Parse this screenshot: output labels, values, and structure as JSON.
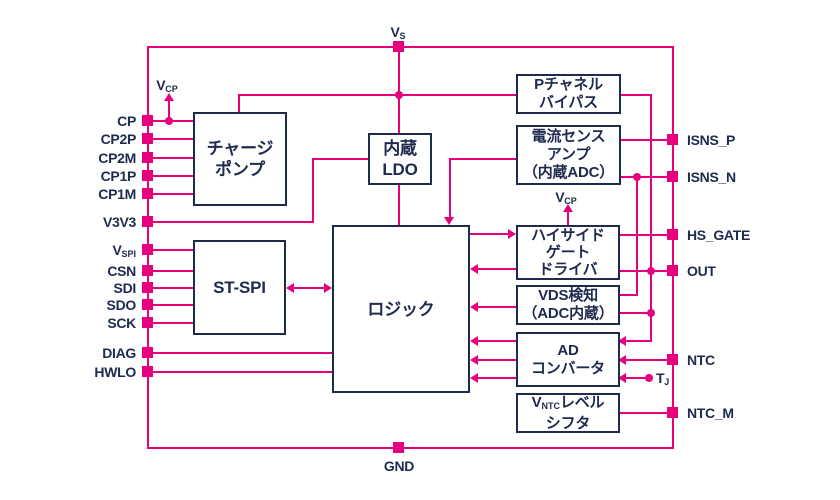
{
  "ic": {
    "top_pin": {
      "base": "V",
      "sub": "S"
    },
    "bottom_pin": {
      "label": "GND"
    },
    "vcp_label": {
      "base": "V",
      "sub": "CP"
    },
    "tj_label": {
      "base": "T",
      "sub": "J"
    },
    "left_pins": [
      {
        "label": "CP"
      },
      {
        "label": "CP2P"
      },
      {
        "label": "CP2M"
      },
      {
        "label": "CP1P"
      },
      {
        "label": "CP1M"
      },
      {
        "label": "V3V3"
      },
      {
        "label": "V",
        "sub": "SPI"
      },
      {
        "label": "CSN"
      },
      {
        "label": "SDI"
      },
      {
        "label": "SDO"
      },
      {
        "label": "SCK"
      },
      {
        "label": "DIAG"
      },
      {
        "label": "HWLO"
      }
    ],
    "right_pins": [
      {
        "label": "ISNS_P"
      },
      {
        "label": "ISNS_N"
      },
      {
        "label": "HS_GATE"
      },
      {
        "label": "OUT"
      },
      {
        "label": "NTC"
      },
      {
        "label": "NTC_M"
      }
    ],
    "blocks": {
      "charge_pump": {
        "lines": [
          "チャージ",
          "ポンプ"
        ]
      },
      "ldo": {
        "lines": [
          "内蔵",
          "LDO"
        ]
      },
      "st_spi": {
        "lines": [
          "ST-SPI"
        ]
      },
      "logic": {
        "lines": [
          "ロジック"
        ]
      },
      "p_bypass": {
        "lines": [
          "Pチャネル",
          "バイパス"
        ]
      },
      "current_sense": {
        "lines": [
          "電流センス",
          "アンプ",
          "（内蔵ADC）"
        ]
      },
      "hs_driver": {
        "lines": [
          "ハイサイド",
          "ゲート",
          "ドライバ"
        ]
      },
      "vds": {
        "lines": [
          "VDS検知",
          "（ADC内蔵）"
        ]
      },
      "adc": {
        "lines": [
          "AD",
          "コンバータ"
        ]
      },
      "level_shifter": {
        "line1_base": "V",
        "line1_sub": "NTC",
        "line1_rest": "レベル",
        "line2": "シフタ"
      }
    },
    "colors": {
      "accent": "#e6007e",
      "navy": "#1e2a4e"
    }
  }
}
